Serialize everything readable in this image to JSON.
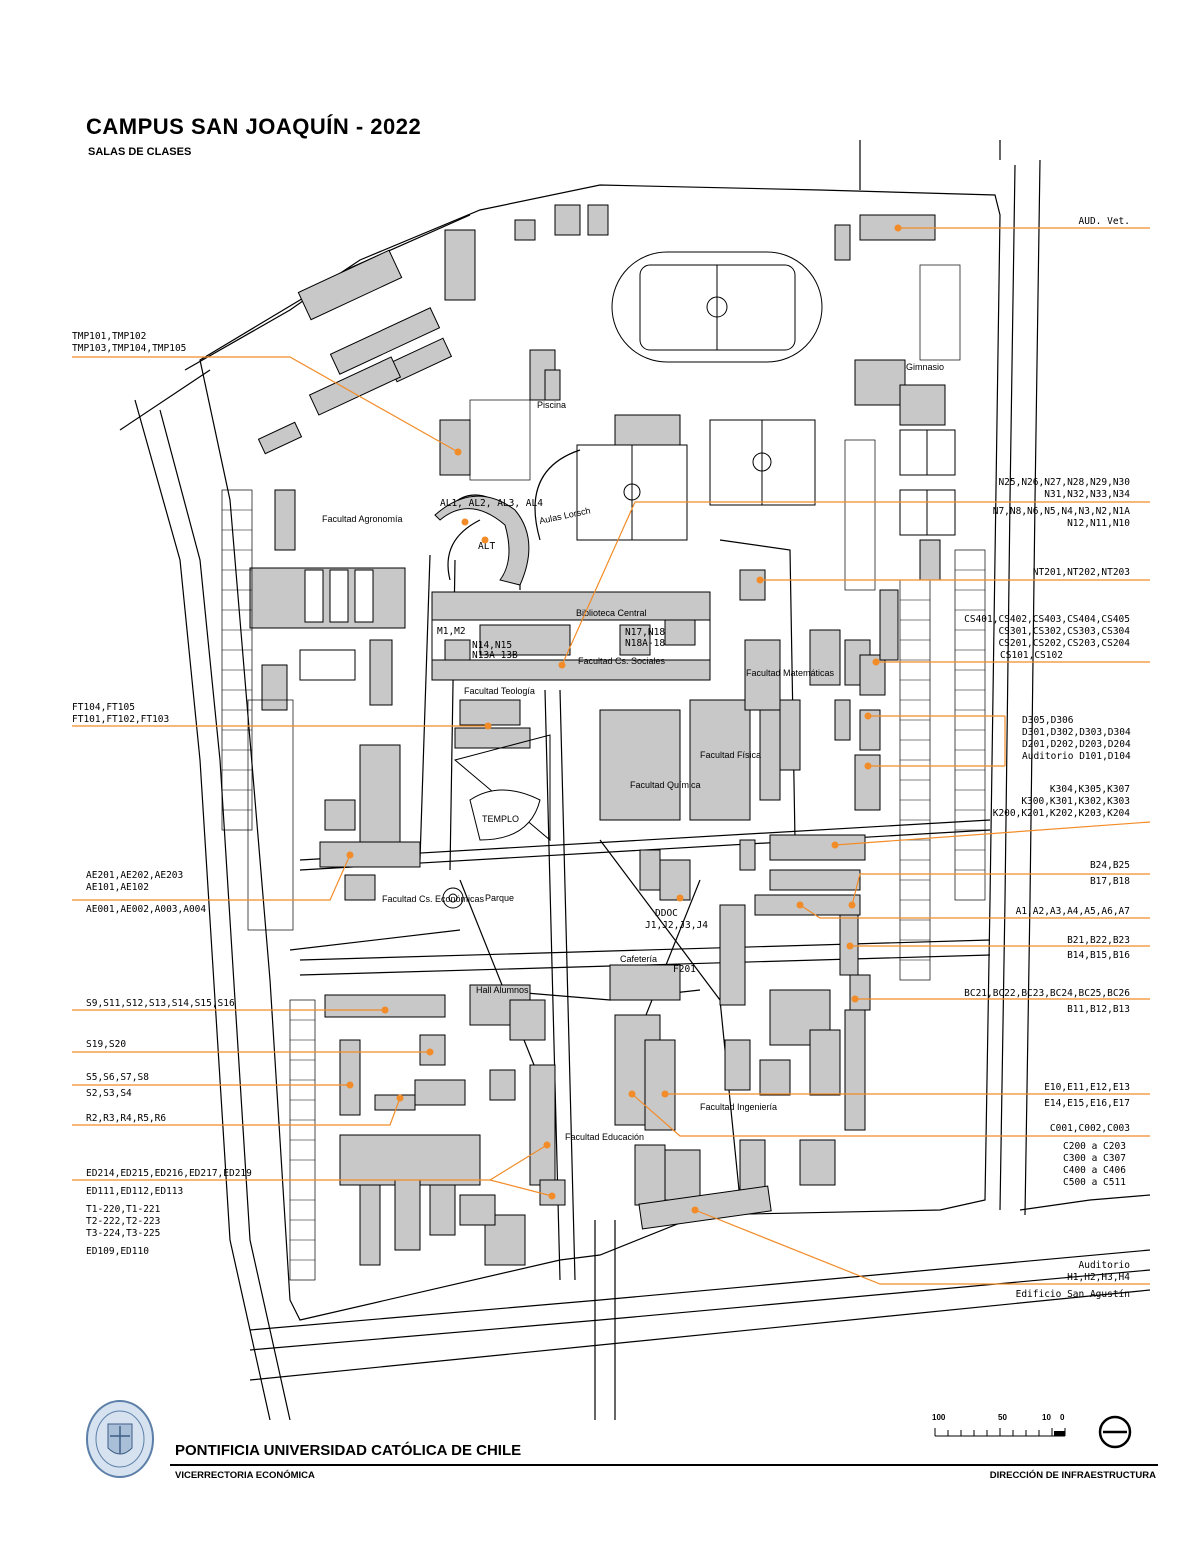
{
  "title": "CAMPUS  SAN  JOAQUÍN - 2022",
  "subtitle": "SALAS DE CLASES",
  "colors": {
    "accent": "#f28c28",
    "building": "#c8c8c8",
    "line": "#000000"
  },
  "footer": {
    "university": "PONTIFICIA UNIVERSIDAD CATÓLICA DE CHILE",
    "left_unit": "VICERRECTORIA ECONÓMICA",
    "right_unit": "DIRECCIÓN DE INFRAESTRUCTURA",
    "seal_icon": "university-seal-icon"
  },
  "scale_bar": {
    "labels": [
      "100",
      "50",
      "10",
      "0"
    ]
  },
  "compass_icon": "north-arrow-icon",
  "building_names": {
    "piscina": "Piscina",
    "gimnasio": "Gimnasio",
    "agronomia": "Facultad Agronomía",
    "aulas": "Aulas Lorsch",
    "biblioteca": "Biblioteca Central",
    "sociales": "Facultad Cs. Sociales",
    "teologia": "Facultad Teología",
    "templo": "TEMPLO",
    "quimica": "Facultad Química",
    "fisica": "Facultad Física",
    "matematicas": "Facultad Matemáticas",
    "economicas": "Facultad Cs. Económicas",
    "parque": "Parque",
    "hall": "Hall Alumnos",
    "cafeteria": "Cafetería",
    "educacion": "Facultad Educación",
    "ingenieria": "Facultad Ingeniería"
  },
  "map_labels": {
    "alt": "ALT",
    "al": "AL1, AL2, AL3, AL4",
    "m12": "M1,M2",
    "n14": "N14,N15",
    "n13": "N13A-13B",
    "n17": "N17,N18",
    "n18": "N18A-18",
    "ddoc": "DDOC",
    "j": "J1,J2,J3,J4",
    "f201": "F201"
  },
  "room_labels": {
    "aud_vet": "AUD. Vet.",
    "tmp1": "TMP101,TMP102",
    "tmp2": "TMP103,TMP104,TMP105",
    "n1": "N25,N26,N27,N28,N29,N30",
    "n2": "N31,N32,N33,N34",
    "n3": "N7,N8,N6,N5,N4,N3,N2,N1A",
    "n4": "N12,N11,N10",
    "nt": "NT201,NT202,NT203",
    "cs1": "CS401,CS402,CS403,CS404,CS405",
    "cs2": "CS301,CS302,CS303,CS304",
    "cs3": "CS201,CS202,CS203,CS204",
    "cs4": "CS101,CS102",
    "ft1": "FT104,FT105",
    "ft2": "FT101,FT102,FT103",
    "d1": "D305,D306",
    "d2": "D301,D302,D303,D304",
    "d3": "D201,D202,D203,D204",
    "d4": "Auditorio    D101,D104",
    "k1": "K304,K305,K307",
    "k2": "K300,K301,K302,K303",
    "k3": "K200,K201,K202,K203,K204",
    "ae1": "AE201,AE202,AE203",
    "ae2": "AE101,AE102",
    "ae3": "AE001,AE002,A003,A004",
    "b1": "B24,B25",
    "b2": "B17,B18",
    "a1": "A1,A2,A3,A4,A5,A6,A7",
    "b3": "B21,B22,B23",
    "b4": "B14,B15,B16",
    "bc1": "BC21,BC22,BC23,BC24,BC25,BC26",
    "bc2": "B11,B12,B13",
    "s1": "S9,S11,S12,S13,S14,S15,S16",
    "s2": "S19,S20",
    "s3": "S5,S6,S7,S8",
    "s4": "S2,S3,S4",
    "r1": "R2,R3,R4,R5,R6",
    "e1": "E10,E11,E12,E13",
    "e2": "E14,E15,E16,E17",
    "c1": "C001,C002,C003",
    "c2": "C200  a  C203",
    "c3": "C300  a  C307",
    "c4": "C400  a  C406",
    "c5": "C500  a  C511",
    "ed1": "ED214,ED215,ED216,ED217,ED219",
    "ed2": "ED111,ED112,ED113",
    "t1": "T1-220,T1-221",
    "t2": "T2-222,T2-223",
    "t3": "T3-224,T3-225",
    "ed3": "ED109,ED110",
    "h1": "Auditorio",
    "h2": "H1,H2,H3,H4",
    "h3": "Edificio San Agustín"
  }
}
